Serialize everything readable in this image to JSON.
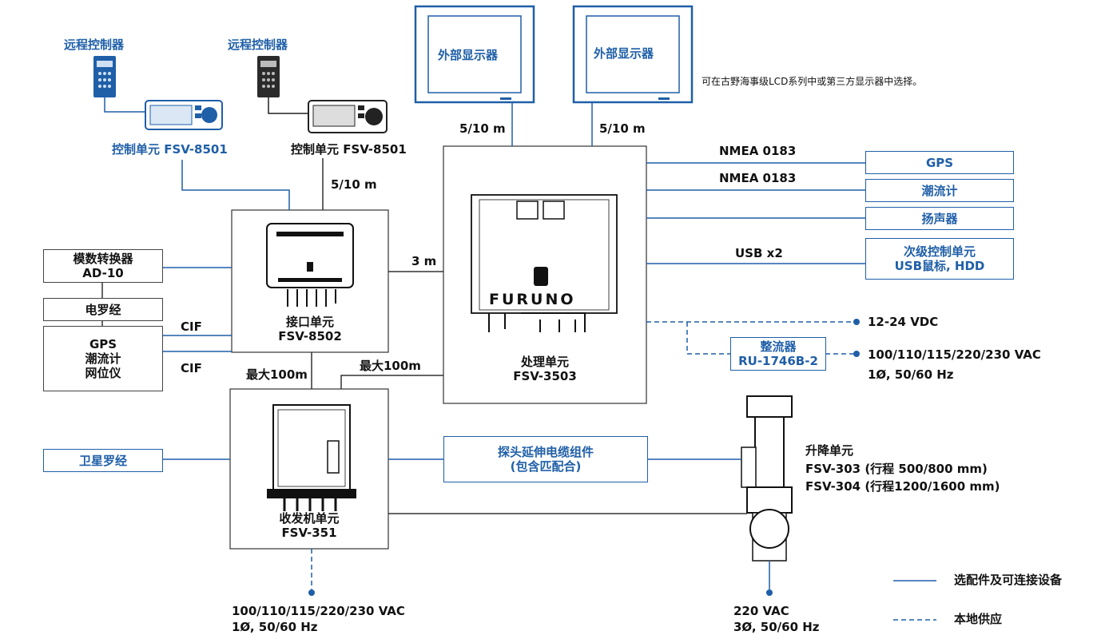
{
  "remote_controller_1": "远程控制器",
  "remote_controller_2": "远程控制器",
  "control_unit_1": "控制单元 FSV-8501",
  "control_unit_2": "控制单元 FSV-8501",
  "ext_display_1": "外部显示器",
  "ext_display_2": "外部显示器",
  "ext_display_note": "可在古野海事级LCD系列中或第三方显示器中选择。",
  "cable_display_1": "5/10 m",
  "cable_display_2": "5/10 m",
  "cable_control": "5/10 m",
  "cable_3m": "3 m",
  "cable_max_1": "最大100m",
  "cable_max_2": "最大100m",
  "nmea_1": "NMEA 0183",
  "nmea_2": "NMEA 0183",
  "usb_label": "USB x2",
  "gps_box": "GPS",
  "current_meter_box": "潮流计",
  "speaker_box": "扬声器",
  "sub_control_line1": "次级控制单元",
  "sub_control_line2": "USB鼠标, HDD",
  "ad_converter_line1": "模数转换器",
  "ad_converter_line2": "AD-10",
  "gyro_box": "电罗经",
  "sensors_line1": "GPS",
  "sensors_line2": "潮流计",
  "sensors_line3": "网位仪",
  "cif_1": "CIF",
  "cif_2": "CIF",
  "interface_unit_line1": "接口单元",
  "interface_unit_line2": "FSV-8502",
  "processor_unit_line1": "处理单元",
  "processor_unit_line2": "FSV-3503",
  "transceiver_line1": "收发机单元",
  "transceiver_line2": "FSV-351",
  "satellite_compass_box": "卫星罗经",
  "probe_cable_line1": "探头延伸电缆组件",
  "probe_cable_line2": "(包含匹配合)",
  "dc_power": "12-24 VDC",
  "rectifier_line1": "整流器",
  "rectifier_line2": "RU-1746B-2",
  "ac_power_line1": "100/110/115/220/230 VAC",
  "ac_power_line2": "1Ø, 50/60 Hz",
  "hoist_line1": "升降单元",
  "hoist_line2": "FSV-303 (行程 500/800 mm)",
  "hoist_line3": "FSV-304 (行程1200/1600 mm)",
  "transceiver_power_line1": "100/110/115/220/230 VAC",
  "transceiver_power_line2": "1Ø, 50/60 Hz",
  "hoist_power_line1": "220 VAC",
  "hoist_power_line2": "3Ø, 50/60 Hz",
  "legend_optional": "选配件及可连接设备",
  "legend_local": "本地供应",
  "furuno_logo": "FURUNO",
  "colors": {
    "optional": "#1f5fa8",
    "standard": "#444444"
  },
  "icons": [
    "remote-controller-icon",
    "control-panel-icon",
    "monitor-icon",
    "interface-unit-icon",
    "processor-unit-icon",
    "transceiver-unit-icon",
    "hoist-unit-icon"
  ]
}
